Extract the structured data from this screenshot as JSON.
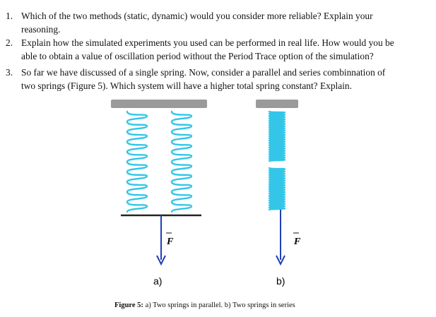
{
  "questions": [
    {
      "number": "1.",
      "lines": [
        "Which of the two methods (static, dynamic) would you consider more reliable? Explain your",
        "reasoning."
      ]
    },
    {
      "number": "2.",
      "lines": [
        "Explain how the simulated experiments you used can be performed in real life. How would you be",
        "able to obtain a value of oscillation period without the Period Trace option of the simulation?"
      ]
    },
    {
      "number": "3.",
      "lines": [
        "So far we have discussed of a single spring. Now, consider a parallel and series combinnation of",
        "two springs (Figure 5). Which system will have a higher total spring constant? Explain."
      ]
    }
  ],
  "figure": {
    "label_a": "a)",
    "label_b": "b)",
    "force_symbol": "F",
    "caption_label": "Figure 5:",
    "caption_text": " a) Two springs in parallel. b) Two springs in series"
  },
  "colors": {
    "support": "#9a9a9a",
    "spring": "#33c6e8",
    "force_arrow": "#1f3fb8",
    "bar": "#222222"
  }
}
